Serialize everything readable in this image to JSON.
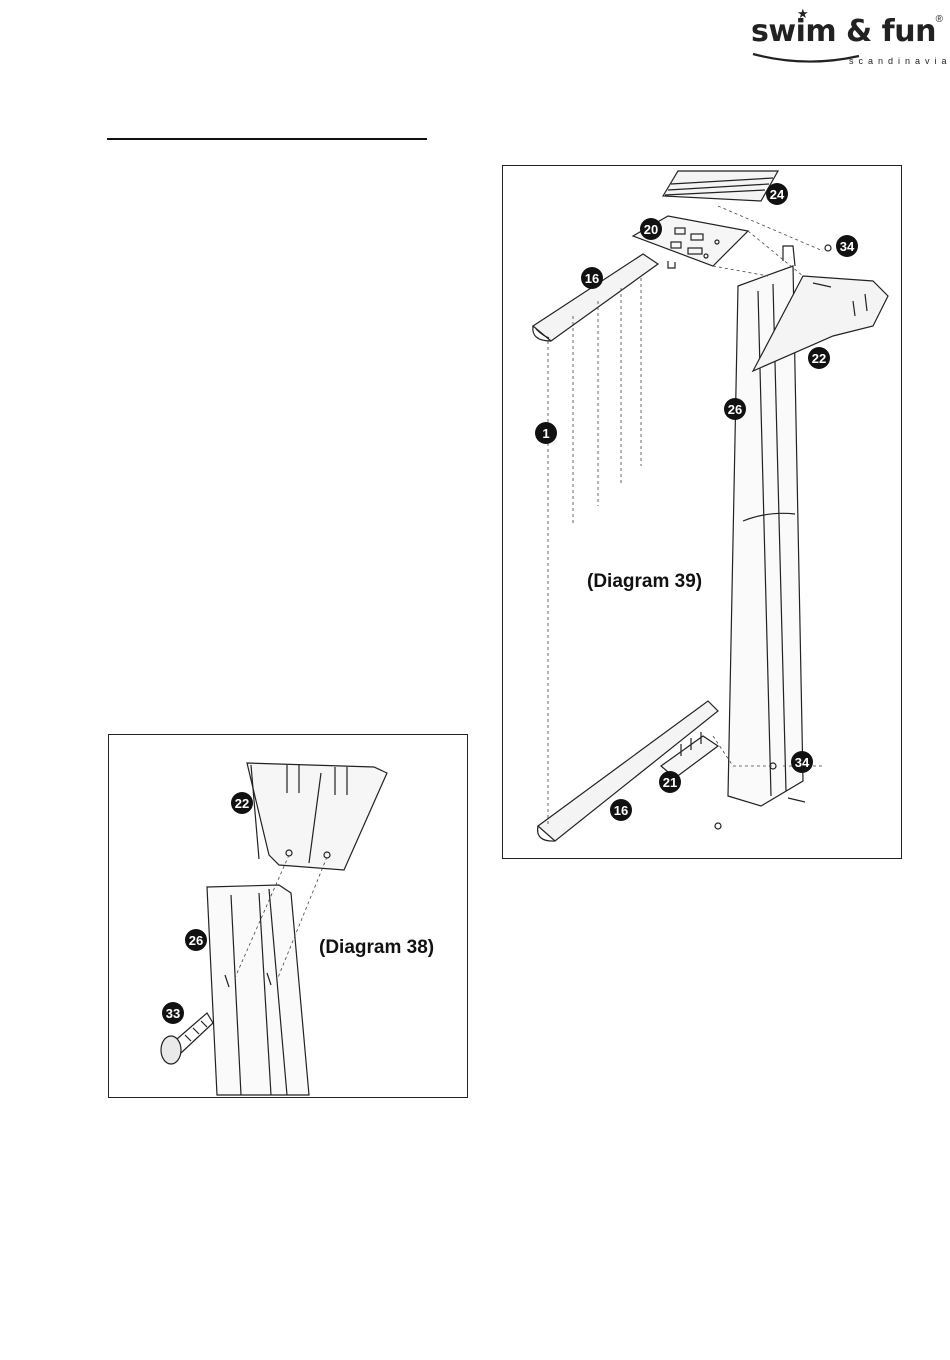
{
  "logo": {
    "text": "swim & fun",
    "registered": "®",
    "subtitle": "scandinavia"
  },
  "diagram39": {
    "caption": "(Diagram 39)",
    "callouts": [
      "24",
      "20",
      "34",
      "16",
      "22",
      "1",
      "26",
      "34",
      "21",
      "16"
    ]
  },
  "diagram38": {
    "caption": "(Diagram 38)",
    "callouts": [
      "22",
      "26",
      "33"
    ]
  }
}
